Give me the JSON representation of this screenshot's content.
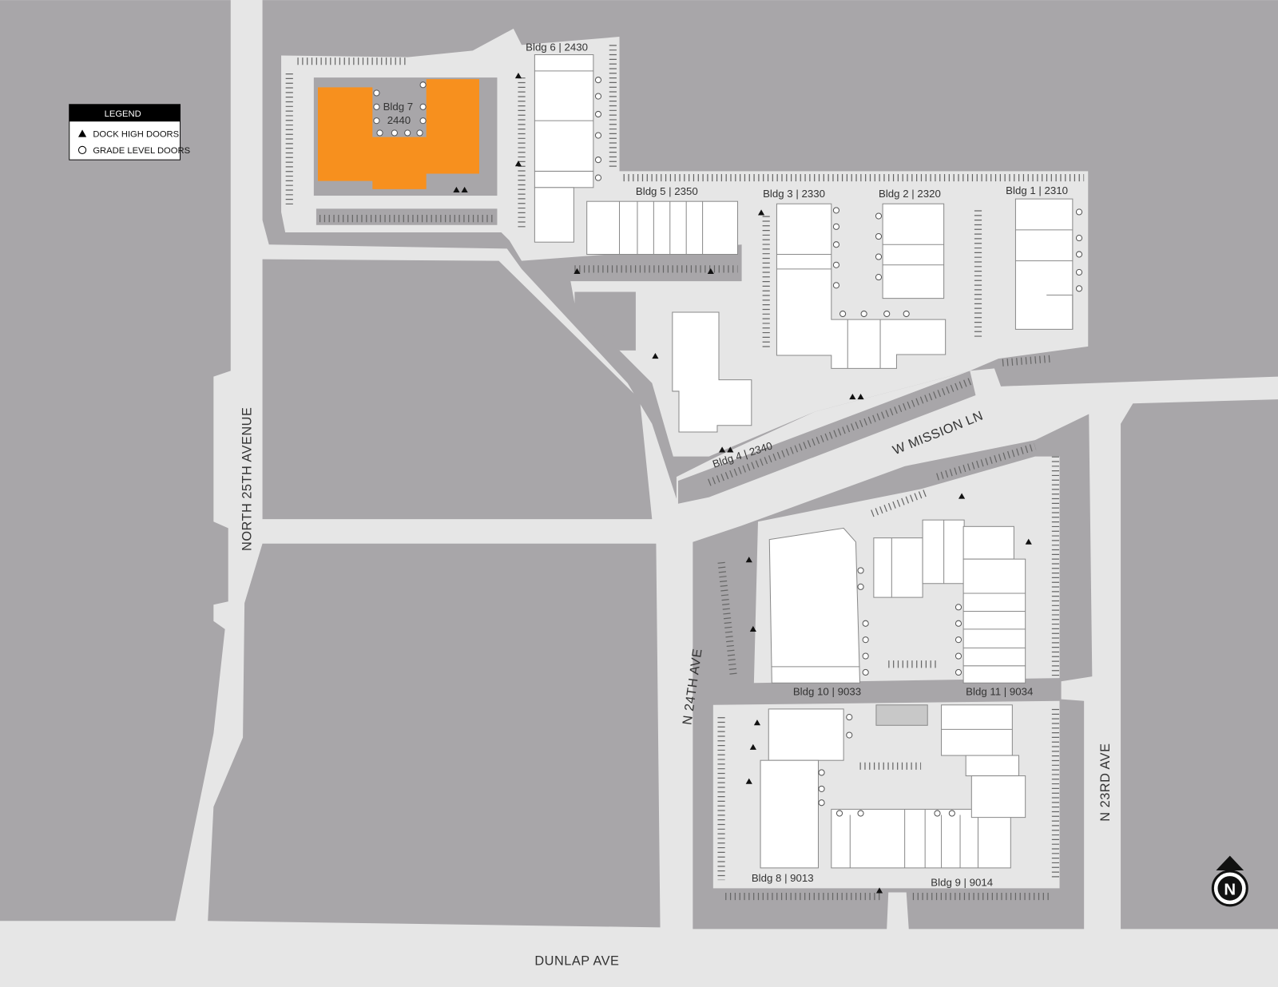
{
  "legend": {
    "title": "LEGEND",
    "items": [
      {
        "symbol": "triangle",
        "label": "DOCK HIGH DOORS"
      },
      {
        "symbol": "circle",
        "label": "GRADE LEVEL DOORS"
      }
    ]
  },
  "buildings": [
    {
      "id": "bldg7",
      "label_line1": "Bldg 7",
      "label_line2": "2440",
      "highlighted": true
    },
    {
      "id": "bldg6",
      "label": "Bldg 6 | 2430"
    },
    {
      "id": "bldg5",
      "label": "Bldg 5 | 2350"
    },
    {
      "id": "bldg3",
      "label": "Bldg 3 | 2330"
    },
    {
      "id": "bldg2",
      "label": "Bldg 2 | 2320"
    },
    {
      "id": "bldg1",
      "label": "Bldg 1 | 2310"
    },
    {
      "id": "bldg4",
      "label": "Bldg 4 | 2340"
    },
    {
      "id": "bldg10",
      "label": "Bldg 10 | 9033"
    },
    {
      "id": "bldg11",
      "label": "Bldg 11 | 9034"
    },
    {
      "id": "bldg8",
      "label": "Bldg 8 | 9013"
    },
    {
      "id": "bldg9",
      "label": "Bldg 9 | 9014"
    }
  ],
  "roads": {
    "north_25th": "NORTH 25TH AVENUE",
    "n_24th": "N 24TH AVE",
    "n_23rd": "N 23RD AVE",
    "w_mission": "W MISSION LN",
    "dunlap": "DUNLAP AVE"
  },
  "north_arrow": "N",
  "colors": {
    "highlight": "#f7901e",
    "block": "#a8a6a9",
    "road": "#e6e6e6"
  }
}
